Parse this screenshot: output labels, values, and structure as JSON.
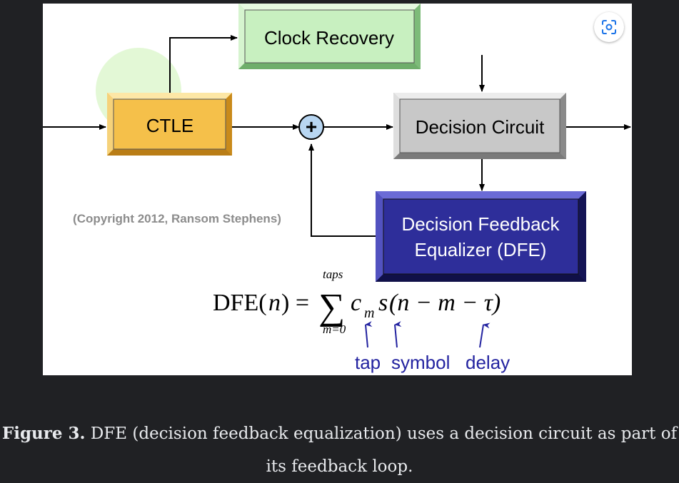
{
  "diagram": {
    "blocks": {
      "clock_recovery": "Clock Recovery",
      "ctle": "CTLE",
      "decision_circuit": "Decision Circuit",
      "dfe_line1": "Decision Feedback",
      "dfe_line2": "Equalizer (DFE)"
    },
    "summer_symbol": "+",
    "copyright": "(Copyright 2012, Ransom Stephens)",
    "equation": {
      "lhs_name": "DFE(",
      "lhs_var": "n",
      "lhs_close": ") =",
      "sum_upper": "taps",
      "sum_lower": "m=0",
      "coef": "c",
      "coef_sub": "m",
      "symbol_func": "s",
      "arg": "(n − m − τ)"
    },
    "annotations": {
      "tap": "tap",
      "symbol": "symbol",
      "delay": "delay"
    },
    "colors": {
      "clock_recovery": "#c8f0c0",
      "ctle": "#f5c04a",
      "decision_circuit": "#c8c8c8",
      "dfe": "#2e2e9a",
      "annotation": "#2323a0"
    }
  },
  "caption": {
    "label": "Figure 3.",
    "text": "DFE (decision feedback equalization) uses a decision circuit as part of its feedback loop."
  },
  "icons": {
    "lens": "lens-search-icon"
  }
}
